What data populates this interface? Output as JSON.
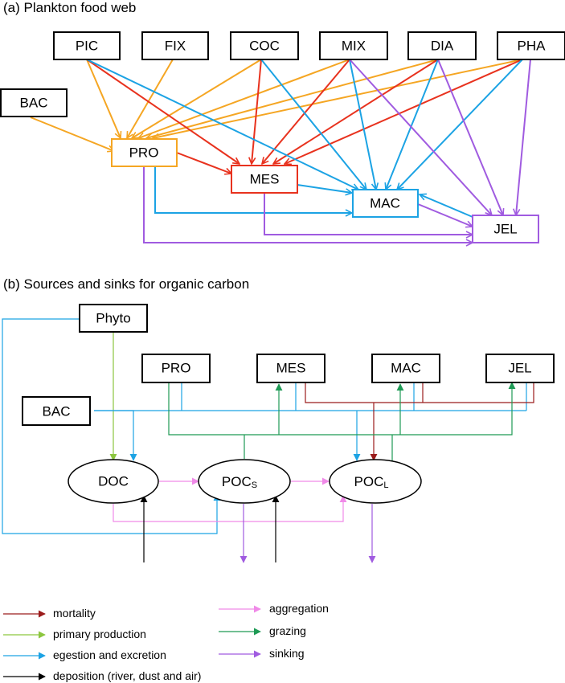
{
  "panel_a": {
    "title": "(a) Plankton food web",
    "nodes": {
      "pic": "PIC",
      "fix": "FIX",
      "coc": "COC",
      "mix": "MIX",
      "dia": "DIA",
      "pha": "PHA",
      "bac": "BAC",
      "pro": "PRO",
      "mes": "MES",
      "mac": "MAC",
      "jel": "JEL"
    }
  },
  "panel_b": {
    "title": "(b) Sources and sinks for organic carbon",
    "nodes": {
      "phyto": "Phyto",
      "pro": "PRO",
      "mes": "MES",
      "mac": "MAC",
      "jel": "JEL",
      "bac": "BAC",
      "doc": "DOC",
      "pocs_main": "POC",
      "pocs_sub": "S",
      "pocl_main": "POC",
      "pocl_sub": "L"
    }
  },
  "colors": {
    "orange": "#f5a623",
    "red": "#e8321e",
    "blue": "#1ca3e4",
    "purple": "#a05be0",
    "mortality": "#9b1c1c",
    "primary_production": "#8cc63f",
    "egestion": "#1ca3e4",
    "deposition": "#000000",
    "aggregation": "#f08ae8",
    "grazing": "#1e9a55",
    "sinking": "#a05be0"
  },
  "legend": {
    "mortality": "mortality",
    "primary_production": "primary production",
    "egestion": "egestion and excretion",
    "deposition": "deposition (river, dust and air)",
    "aggregation": "aggregation",
    "grazing": "grazing",
    "sinking": "sinking"
  }
}
